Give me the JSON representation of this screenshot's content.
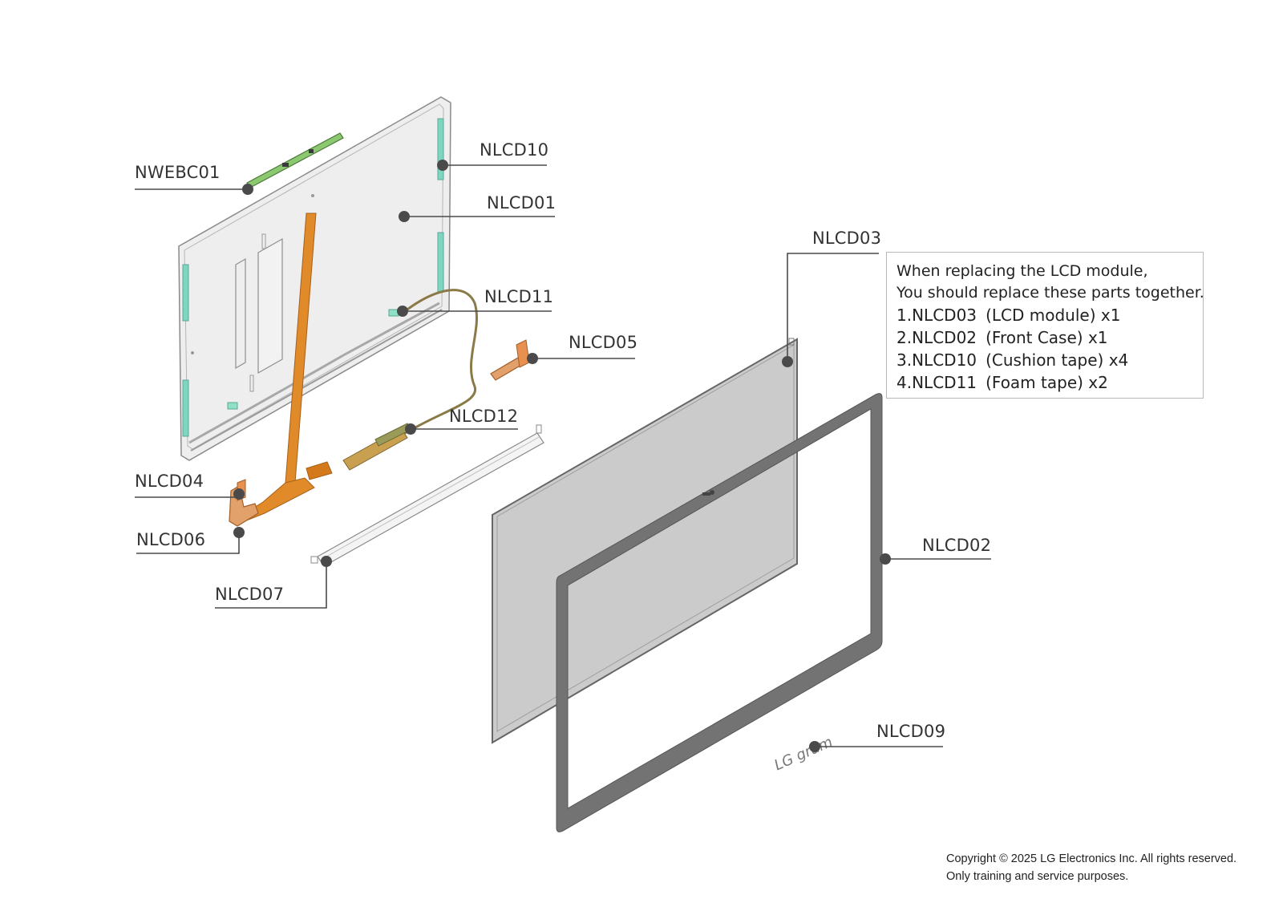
{
  "labels": {
    "nwebc01": "NWEBC01",
    "nlcd10": "NLCD10",
    "nlcd01": "NLCD01",
    "nlcd11": "NLCD11",
    "nlcd05": "NLCD05",
    "nlcd12": "NLCD12",
    "nlcd03": "NLCD03",
    "nlcd04": "NLCD04",
    "nlcd06": "NLCD06",
    "nlcd07": "NLCD07",
    "nlcd02": "NLCD02",
    "nlcd09": "NLCD09"
  },
  "note": {
    "line1": "When replacing the LCD module,",
    "line2": "You should replace these parts together.",
    "items": [
      {
        "num": "1.",
        "code": "NLCD03",
        "desc": "(LCD module) x1"
      },
      {
        "num": "2.",
        "code": "NLCD02",
        "desc": "(Front Case) x1"
      },
      {
        "num": "3.",
        "code": "NLCD10",
        "desc": "(Cushion tape) x4"
      },
      {
        "num": "4.",
        "code": "NLCD11",
        "desc": "(Foam tape) x2"
      }
    ]
  },
  "copyright": {
    "line1": "Copyright © 2025 LG Electronics Inc. All rights reserved.",
    "line2": "Only training and service purposes."
  },
  "logo_text": "LG gram",
  "colors": {
    "callout": "#4a4a4a",
    "cable_orange": "#e08a2a",
    "webcam_green": "#8cc870",
    "cushion_teal": "#7fd6c0",
    "panel_gray": "#cbcbcb",
    "bezel_gray": "#737373"
  }
}
